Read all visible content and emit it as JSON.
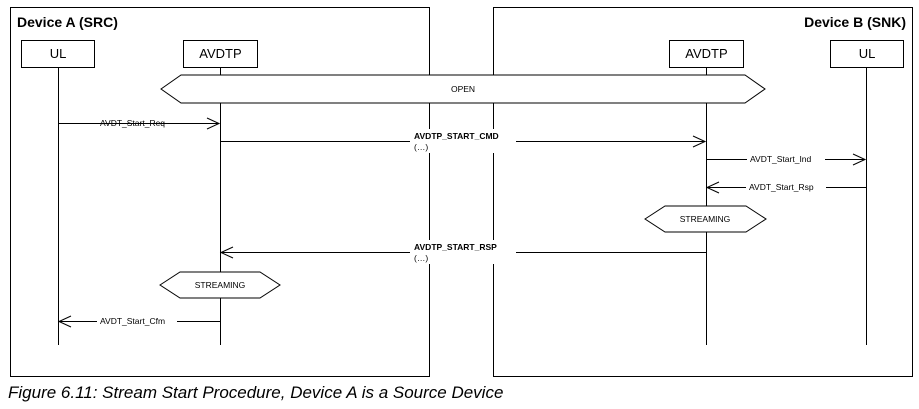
{
  "device_a": {
    "title": "Device A (SRC)",
    "entities": [
      "UL",
      "AVDTP"
    ]
  },
  "device_b": {
    "title": "Device B (SNK)",
    "entities": [
      "AVDTP",
      "UL"
    ]
  },
  "states": {
    "open": "OPEN",
    "streaming_b": "STREAMING",
    "streaming_a": "STREAMING"
  },
  "messages": {
    "start_req": "AVDT_Start_Req",
    "start_cmd": "AVDTP_START_CMD",
    "start_cmd_params": "(…)",
    "start_ind": "AVDT_Start_Ind",
    "start_rsp_b": "AVDT_Start_Rsp",
    "start_rsp": "AVDTP_START_RSP",
    "start_rsp_params": "(…)",
    "start_cfm": "AVDT_Start_Cfm"
  },
  "caption": "Figure 6.11: Stream Start Procedure, Device A is a Source Device"
}
